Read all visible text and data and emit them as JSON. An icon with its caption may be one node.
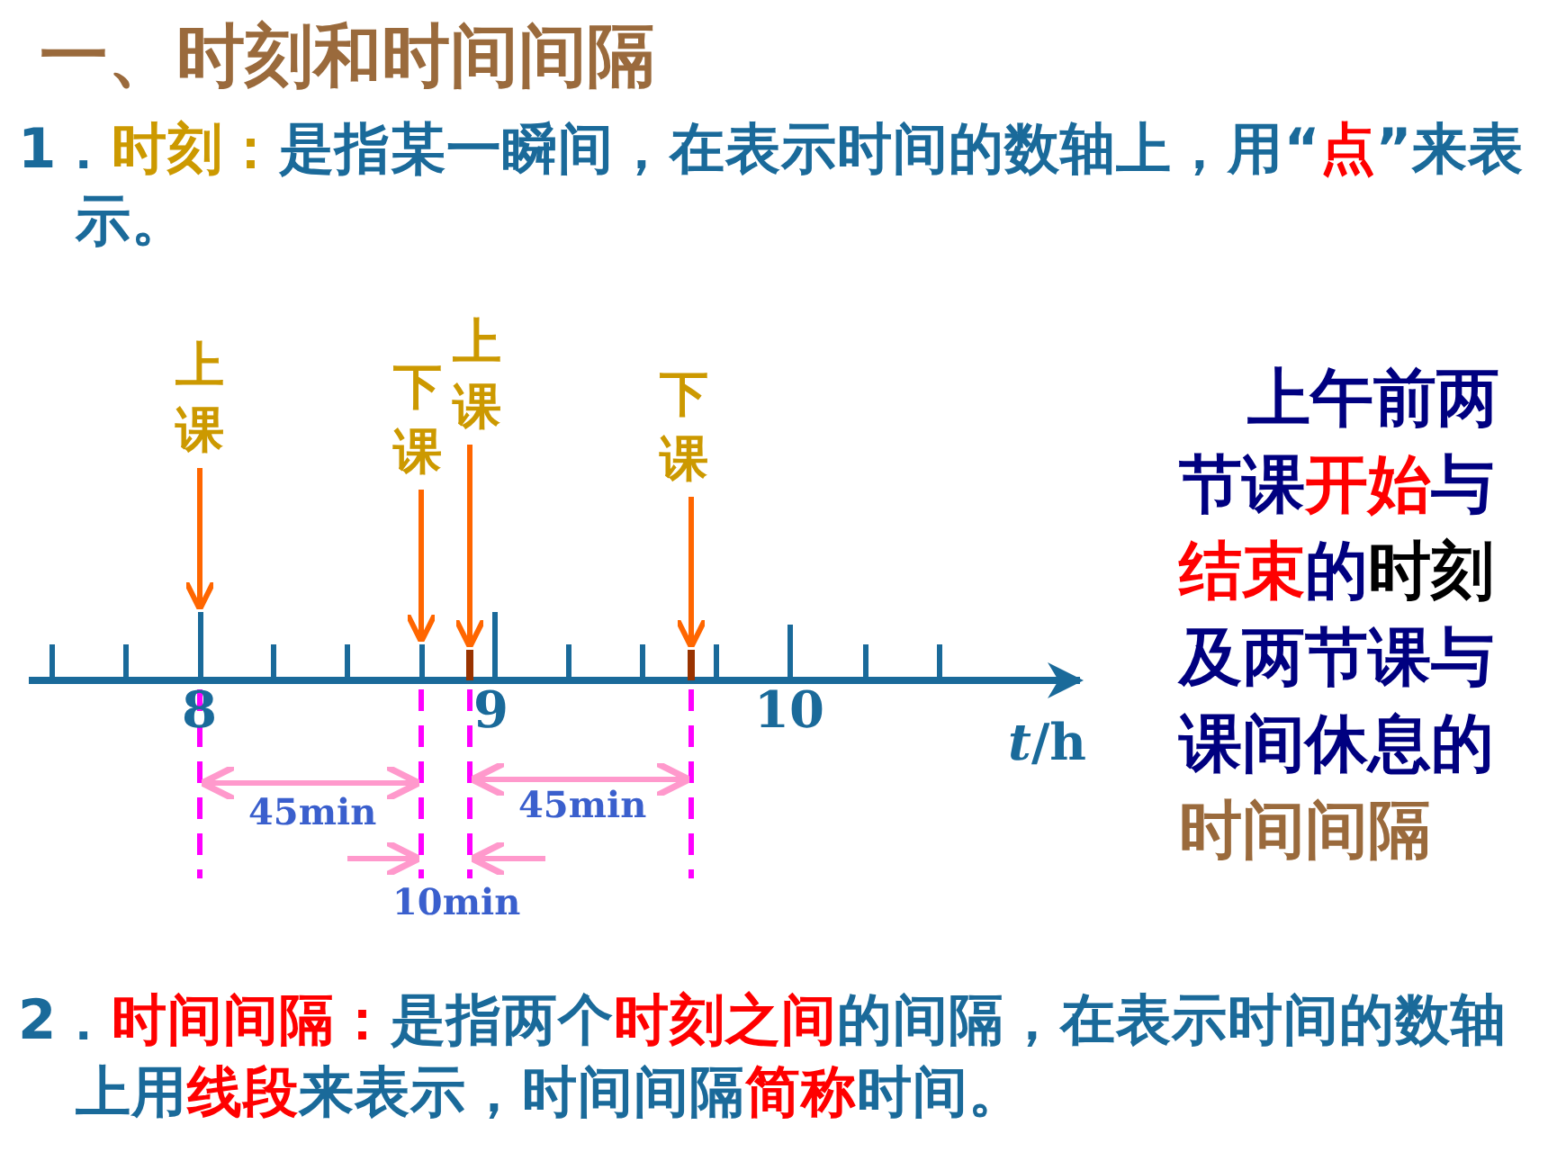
{
  "diagram": {
    "title": "一、时刻和时间间隔",
    "nodes": [
      {
        "text": [
          "上课"
        ]
      },
      {
        "text": [
          "下课"
        ]
      },
      {
        "text": [
          "上课"
        ]
      },
      {
        "text": [
          "下课"
        ]
      },
      {
        "text": [],
        "shape": "bar"
      },
      {
        "text": [],
        "shape": "bar"
      },
      {
        "text": [],
        "shape": "bar"
      },
      {
        "text": [],
        "shape": "bar"
      }
    ],
    "edges": [
      {
        "from": 0,
        "to": 4,
        "arrow": "to"
      },
      {
        "from": 1,
        "to": 5,
        "arrow": "to"
      },
      {
        "from": 2,
        "to": 6,
        "arrow": "to"
      },
      {
        "from": 3,
        "to": 7,
        "arrow": "to"
      }
    ],
    "labels": [
      "1．**时刻：**是指某一瞬间，在表示时间的数轴上，用“**点**”来表示。",
      "8",
      "9",
      "10",
      "*t*/h",
      "45min",
      "45min",
      "10min",
      "上午前两节课**开始**与**结束**的**时刻**及两节课与课间休息的**时间间隔**",
      "2．**时间间隔：**是指两个**时刻之间**的间隔，在表示时间的数轴上用**线段**来表示，时间间隔**简称**时间。"
    ]
  }
}
